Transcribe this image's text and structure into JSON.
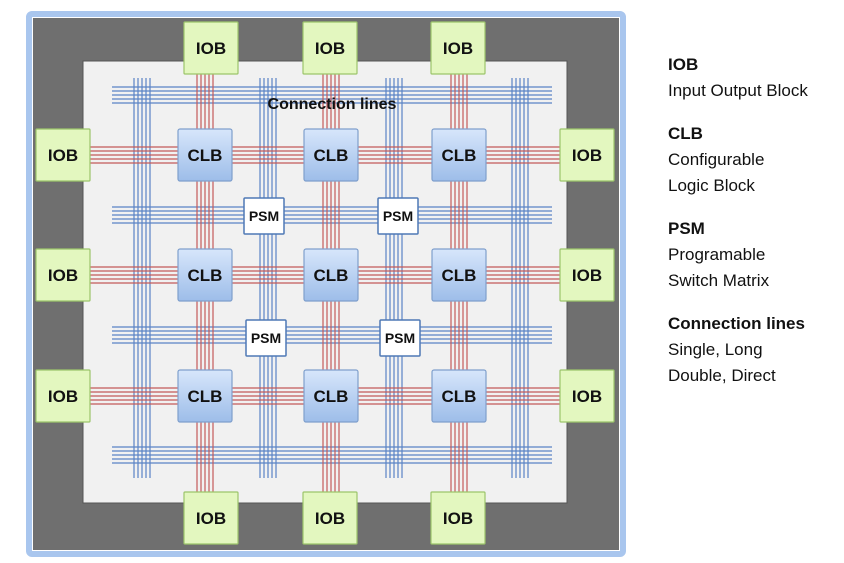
{
  "diagram": {
    "connection_label": "Connection lines",
    "iob_label": "IOB",
    "clb_label": "CLB",
    "psm_label": "PSM",
    "colors": {
      "outer_frame": "#6f6f6f",
      "outer_glow": "#a9c6ee",
      "inner_area": "#f1f1f1",
      "iob_fill": "#e3f7bf",
      "iob_stroke": "#9cc56a",
      "clb_fill_top": "#d7e6fb",
      "clb_fill_bottom": "#9dbde9",
      "clb_stroke": "#7f9fcc",
      "psm_fill": "#ffffff",
      "psm_stroke": "#4f79b5",
      "wire_blue": "#5a83c6",
      "wire_red": "#c45a5a"
    }
  },
  "legend": [
    {
      "title": "IOB",
      "lines": [
        "Input Output Block"
      ]
    },
    {
      "title": "CLB",
      "lines": [
        "Configurable",
        "Logic Block"
      ]
    },
    {
      "title": "PSM",
      "lines": [
        "Programable",
        "Switch Matrix"
      ]
    },
    {
      "title": "Connection lines",
      "lines": [
        "Single, Long",
        "Double, Direct"
      ]
    }
  ]
}
